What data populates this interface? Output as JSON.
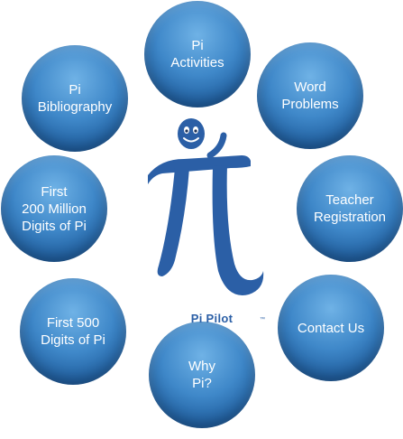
{
  "brand": {
    "name": "Pi Pilot",
    "trademark": "™"
  },
  "menu": {
    "activities": "Pi\nActivities",
    "word_problems": "Word\nProblems",
    "bibliography": "Pi\nBibliography",
    "digits_200m": "First\n200 Million\nDigits of Pi",
    "teacher_registration": "Teacher\nRegistration",
    "digits_500": "First 500\nDigits of Pi",
    "contact_us": "Contact Us",
    "why_pi": "Why\nPi?"
  },
  "colors": {
    "bubble": "#3f88c9",
    "mascot": "#2b5fa6"
  },
  "icons": {
    "mascot": "pi-mascot-icon"
  }
}
